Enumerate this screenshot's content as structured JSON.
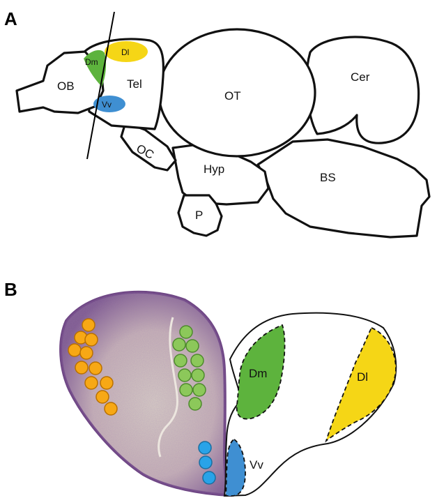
{
  "panel_a": {
    "letter": "A",
    "regions": {
      "ob": "OB",
      "tel": "Tel",
      "ot": "OT",
      "cer": "Cer",
      "oc": "OC",
      "hyp": "Hyp",
      "bs": "BS",
      "p": "P",
      "dm": "Dm",
      "dl": "Dl",
      "vv": "Vv"
    }
  },
  "panel_b": {
    "letter": "B",
    "labels": {
      "dm": "Dm",
      "dl": "Dl",
      "vv": "Vv"
    }
  },
  "colors": {
    "dm_green": "#5db33d",
    "dl_yellow": "#f5d616",
    "vv_blue": "#3f8fd2",
    "dot_orange": "#f7a815",
    "dot_green": "#8cc85a",
    "dot_blue": "#29a3e8",
    "stain_purple": "#6f4785"
  }
}
